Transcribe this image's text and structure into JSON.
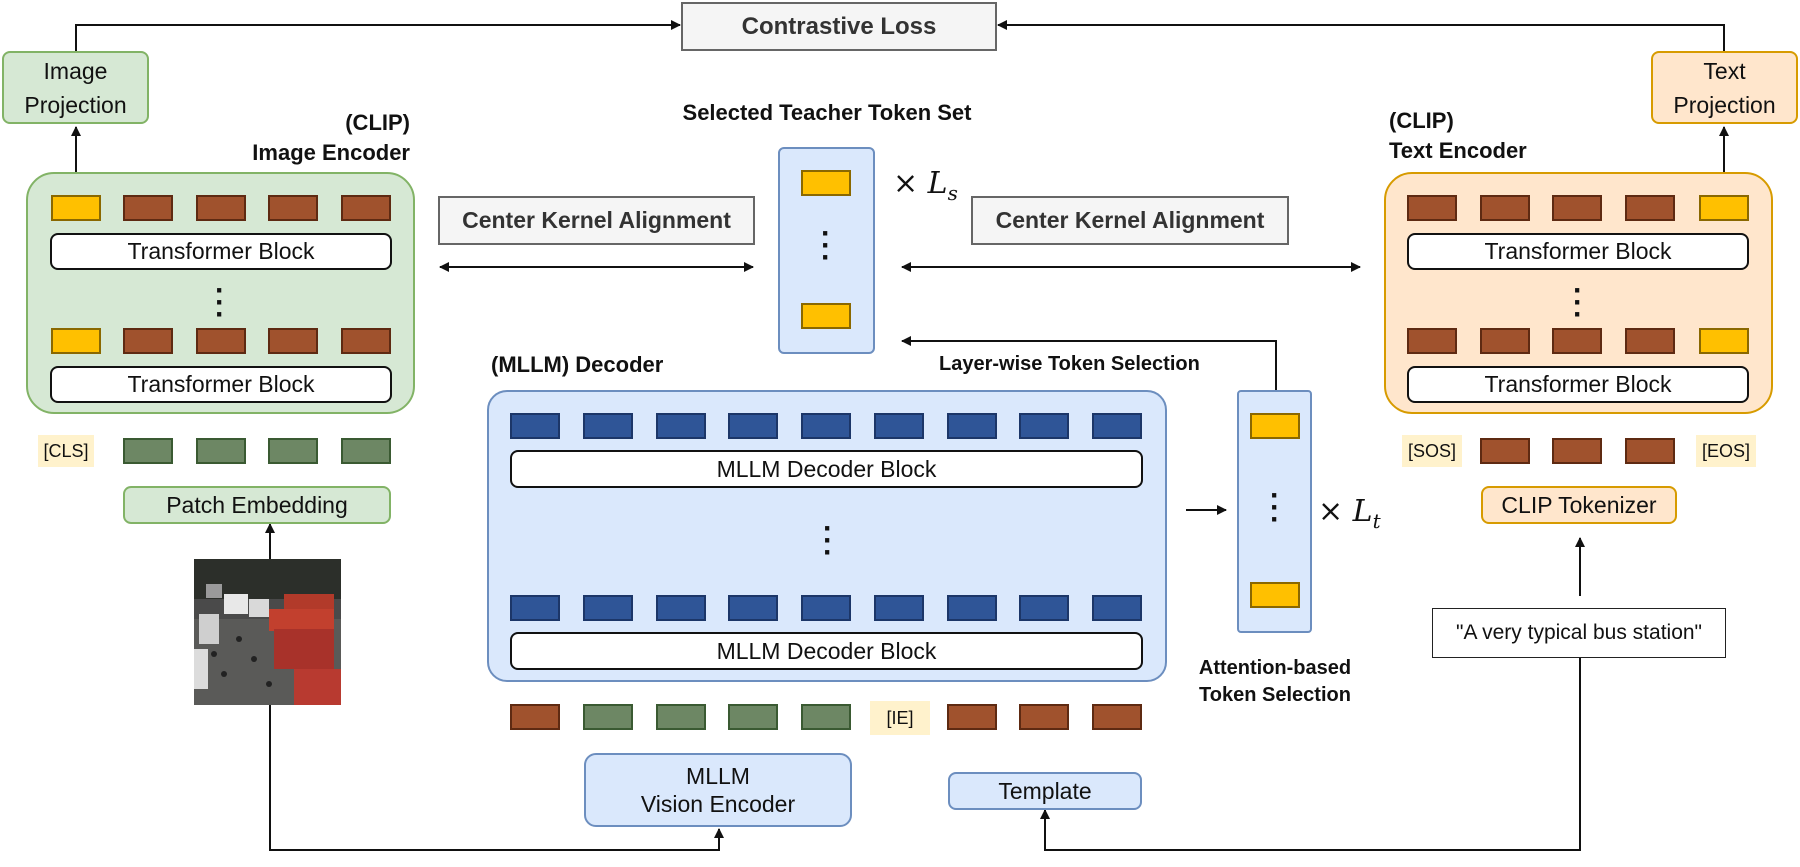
{
  "contrastive_loss": "Contrastive Loss",
  "image_projection": [
    "Image",
    "Projection"
  ],
  "text_projection": [
    "Text",
    "Projection"
  ],
  "image_encoder_title": [
    "(CLIP)",
    "Image Encoder"
  ],
  "text_encoder_title": [
    "(CLIP)",
    "Text Encoder"
  ],
  "selected_set_title": "Selected Teacher Token Set",
  "cka_left": "Center Kernel Alignment",
  "cka_right": "Center Kernel Alignment",
  "transformer_block": "Transformer Block",
  "dots": "⋮",
  "multiplier_s": "× L",
  "multiplier_s_sub": "s",
  "multiplier_t": "× L",
  "multiplier_t_sub": "t",
  "mllm_decoder_title": "(MLLM) Decoder",
  "layerwise_selection": "Layer-wise Token Selection",
  "mllm_decoder_block": "MLLM Decoder Block",
  "attention_selection": [
    "Attention-based",
    "Token Selection"
  ],
  "cls_tag": "[CLS]",
  "sos_tag": "[SOS]",
  "eos_tag": "[EOS]",
  "ie_tag": "[IE]",
  "patch_embedding": "Patch Embedding",
  "clip_tokenizer": "CLIP Tokenizer",
  "caption": "\"A very typical bus station\"",
  "mllm_vision_encoder": [
    "MLLM",
    "Vision Encoder"
  ],
  "template": "Template",
  "colors": {
    "green_fill": "#d6e8d4",
    "green_border": "#82b366",
    "orange_fill": "#ffe6cc",
    "orange_border": "#d79b00",
    "blue_fill": "#dae8fc",
    "blue_border": "#6c8ebf",
    "token_yellow": "#ffc000",
    "token_brown": "#a0522d",
    "token_green": "#6d8764",
    "token_navy": "#2f5597"
  }
}
